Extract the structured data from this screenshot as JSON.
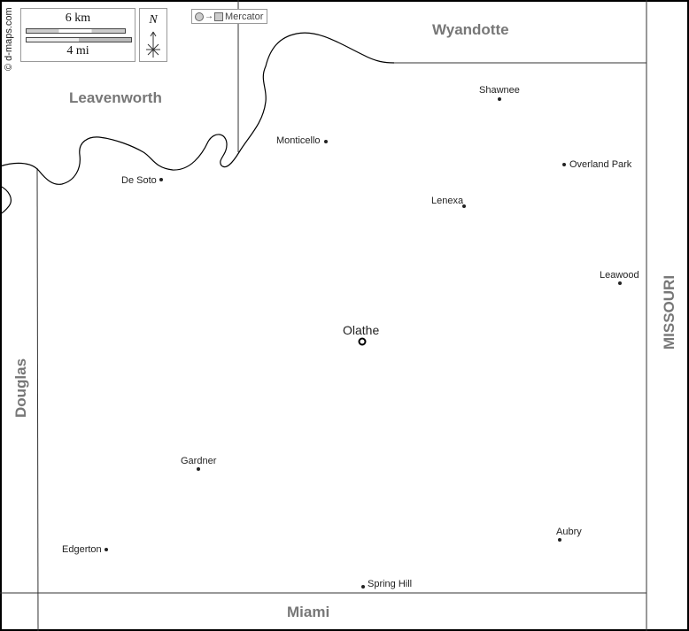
{
  "copyright": "© d-maps.com",
  "scale": {
    "km_label": "6 km",
    "mi_label": "4 mi"
  },
  "north_label": "N",
  "projection": {
    "label": "Mercator"
  },
  "counties": {
    "leavenworth": "Leavenworth",
    "wyandotte": "Wyandotte",
    "douglas": "Douglas",
    "miami": "Miami",
    "missouri": "MISSOURI"
  },
  "capital": "Olathe",
  "cities": {
    "shawnee": "Shawnee",
    "monticello": "Monticello",
    "overland_park": "Overland Park",
    "de_soto": "De Soto",
    "lenexa": "Lenexa",
    "leawood": "Leawood",
    "gardner": "Gardner",
    "edgerton": "Edgerton",
    "aubry": "Aubry",
    "spring_hill": "Spring Hill"
  },
  "colors": {
    "border": "#000000",
    "county_label": "#777777"
  }
}
